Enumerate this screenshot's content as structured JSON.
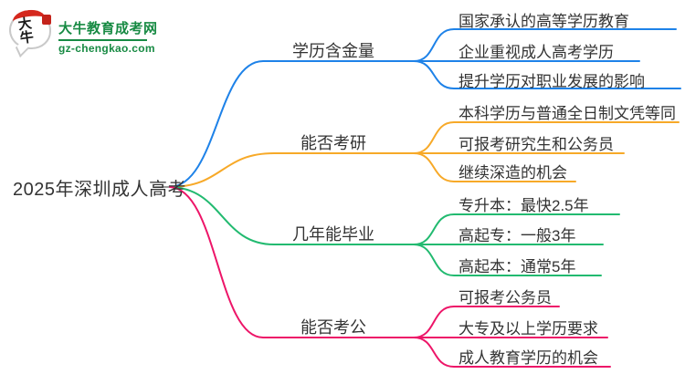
{
  "logo": {
    "icon_text": "大牛",
    "title": "大牛教育成考网",
    "domain": "gz-chengkao.com",
    "brand_green": "#178a43",
    "seal_red": "#d5281e"
  },
  "root": {
    "label": "2025年深圳成人高考"
  },
  "branches": [
    {
      "label": "学历含金量",
      "color": "#1e82e8",
      "children": [
        "国家承认的高等学历教育",
        "企业重视成人高考学历",
        "提升学历对职业发展的影响"
      ]
    },
    {
      "label": "能否考研",
      "color": "#f7a928",
      "children": [
        "本科学历与普通全日制文凭等同",
        "可报考研究生和公务员",
        "继续深造的机会"
      ]
    },
    {
      "label": "几年能毕业",
      "color": "#22ba70",
      "children": [
        "专升本：最快2.5年",
        "高起专：一般3年",
        "高起本：通常5年"
      ]
    },
    {
      "label": "能否考公",
      "color": "#ed1568",
      "children": [
        "可报考公务员",
        "大专及以上学历要求",
        "成人教育学历的机会"
      ]
    }
  ]
}
